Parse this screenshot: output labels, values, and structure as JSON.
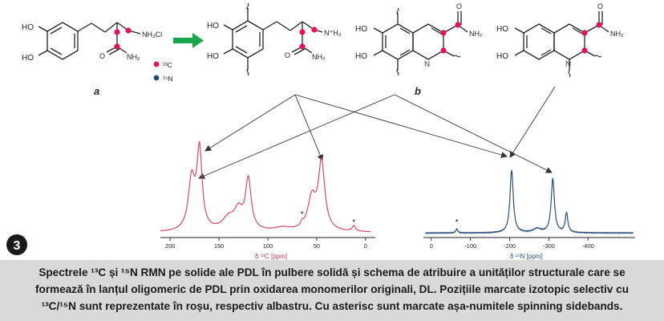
{
  "figure_number": "3",
  "structures": {
    "oh_top": "HO",
    "oh_bottom": "HO",
    "nh3cl": "NH₃Cl",
    "nh3_plus": "N⁺H₃",
    "nh2": "NH₂",
    "n_ring": "N",
    "oxygen": "O",
    "label_a": "a",
    "label_b": "b"
  },
  "legend": {
    "c13_label": "¹³C",
    "n15_label": "¹⁵N",
    "c13_color": "#e0115f",
    "n15_color": "#1f4e79"
  },
  "colors": {
    "arrow_green": "#1aa64a",
    "c13_spectrum": "#d9496b",
    "n15_spectrum": "#2b4f7a"
  },
  "c13_spectrum": {
    "xlabel": "δ ¹³C [ppm]",
    "xlim": [
      210,
      -10
    ],
    "ticks": [
      "200",
      "150",
      "100",
      "50",
      "0"
    ],
    "tick_values": [
      200,
      150,
      100,
      50,
      0
    ],
    "peaks_ppm": [
      178,
      170,
      130,
      120,
      55,
      45,
      12
    ],
    "spinning_sidebands_ppm": [
      65,
      12
    ]
  },
  "n15_spectrum": {
    "xlabel": "δ ¹⁵N [ppm]",
    "xlim": [
      20,
      -520
    ],
    "ticks": [
      "0",
      "-100",
      "-200",
      "-300",
      "-400"
    ],
    "tick_values": [
      0,
      -100,
      -200,
      -300,
      -400
    ],
    "peaks_ppm": [
      -205,
      -310,
      -345
    ],
    "spinning_sidebands_ppm": [
      -65
    ]
  },
  "sideband_mark": "*",
  "caption": {
    "line1": "Spectrele ¹³C și ¹⁵N RMN pe solide ale PDL în pulbere solidă și schema de atribuire a unităților structurale care se",
    "line2": "formează în lanțul oligomeric de PDL prin oxidarea monomerilor originali, DL. Pozițiile marcate izotopic selectiv cu",
    "line3": "¹³C/¹⁵N sunt reprezentate în roșu, respectiv albastru. Cu asterisc sunt marcate așa-numitele spinning sidebands."
  }
}
